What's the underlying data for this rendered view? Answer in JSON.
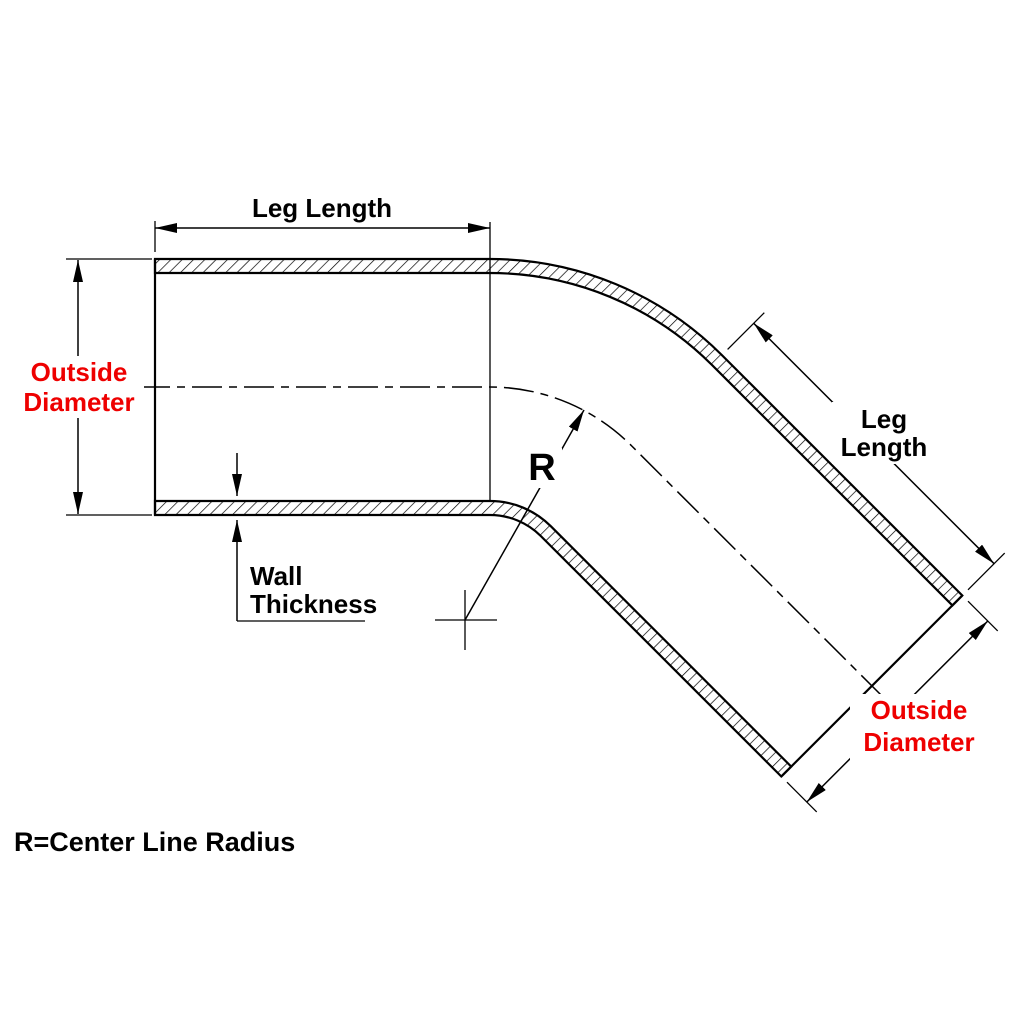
{
  "colors": {
    "accent_red": "#ee0000",
    "line": "#000000",
    "background": "#ffffff"
  },
  "diagram": {
    "note": "R=Center Line Radius",
    "labels": {
      "leg_length_top": "Leg Length",
      "leg_length_right_1": "Leg",
      "leg_length_right_2": "Length",
      "outside_diameter_1": "Outside",
      "outside_diameter_2": "Diameter",
      "wall_thickness_1": "Wall",
      "wall_thickness_2": "Thickness",
      "radius_symbol": "R"
    }
  }
}
